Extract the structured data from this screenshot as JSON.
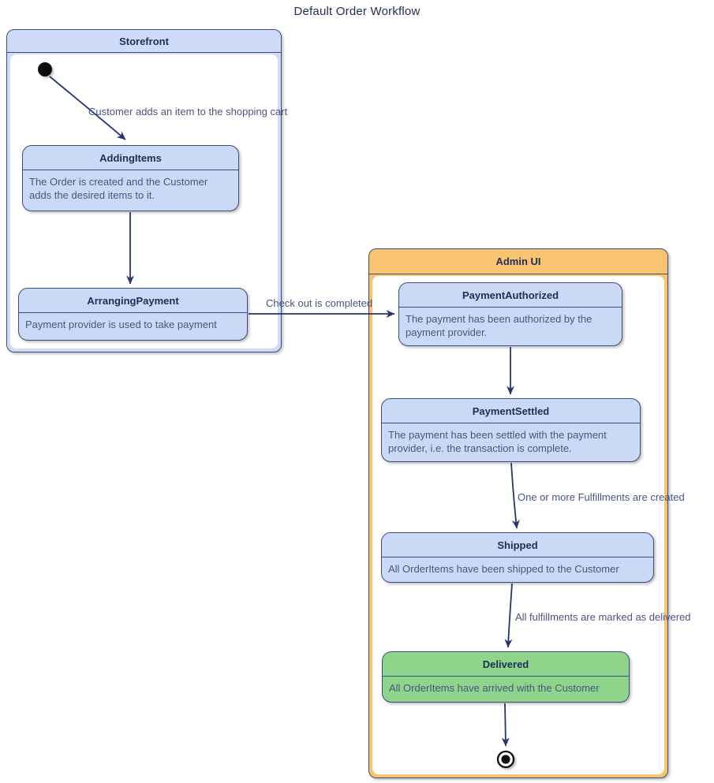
{
  "title": "Default Order Workflow",
  "containers": {
    "storefront": {
      "label": "Storefront"
    },
    "admin_ui": {
      "label": "Admin UI"
    }
  },
  "states": {
    "adding_items": {
      "title": "AddingItems",
      "body": "The Order is created and the Customer adds the desired items to it."
    },
    "arranging_payment": {
      "title": "ArrangingPayment",
      "body": "Payment provider is used to take payment"
    },
    "payment_authorized": {
      "title": "PaymentAuthorized",
      "body": "The payment has been authorized by the payment provider."
    },
    "payment_settled": {
      "title": "PaymentSettled",
      "body": "The payment has been settled with the payment provider, i.e. the transaction is complete."
    },
    "shipped": {
      "title": "Shipped",
      "body": "All OrderItems have been shipped to the Customer"
    },
    "delivered": {
      "title": "Delivered",
      "body": "All OrderItems have arrived with the Customer"
    }
  },
  "transitions": {
    "start_to_adding": {
      "label": "Customer adds an item to the shopping cart"
    },
    "arranging_to_authorized": {
      "label": "Check out is completed"
    },
    "settled_to_shipped": {
      "label": "One or more Fulfillments are created"
    },
    "shipped_to_delivered": {
      "label": "All fulfillments are marked as delivered"
    }
  },
  "colors": {
    "background": "#ffffff",
    "state_fill": "#c9d9f6",
    "state_border": "#3d4e7c",
    "storefront_header_fill": "#cedcf9",
    "admin_header_fill": "#f9c470",
    "delivered_fill": "#8ed48a",
    "title_text": "#1f2d58",
    "body_text": "#4a5580",
    "arrow": "#26356b"
  }
}
